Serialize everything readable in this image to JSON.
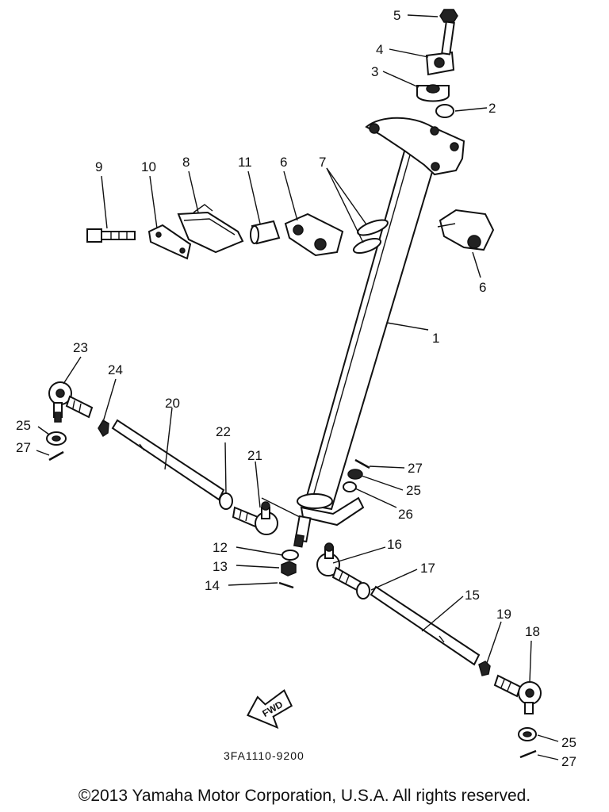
{
  "labels": {
    "p1": "1",
    "p2": "2",
    "p3": "3",
    "p4": "4",
    "p5": "5",
    "p6a": "6",
    "p6b": "6",
    "p7": "7",
    "p8": "8",
    "p9": "9",
    "p10": "10",
    "p11": "11",
    "p12": "12",
    "p13": "13",
    "p14": "14",
    "p15": "15",
    "p16": "16",
    "p17": "17",
    "p18": "18",
    "p19": "19",
    "p20": "20",
    "p21": "21",
    "p22": "22",
    "p23": "23",
    "p24": "24",
    "p25a": "25",
    "p25b": "25",
    "p25c": "25",
    "p26": "26",
    "p27a": "27",
    "p27b": "27",
    "p27c": "27"
  },
  "fwd_label": "FWD",
  "diagram_code": "3FA1110-9200",
  "copyright": "©2013 Yamaha Motor Corporation, U.S.A. All rights reserved."
}
